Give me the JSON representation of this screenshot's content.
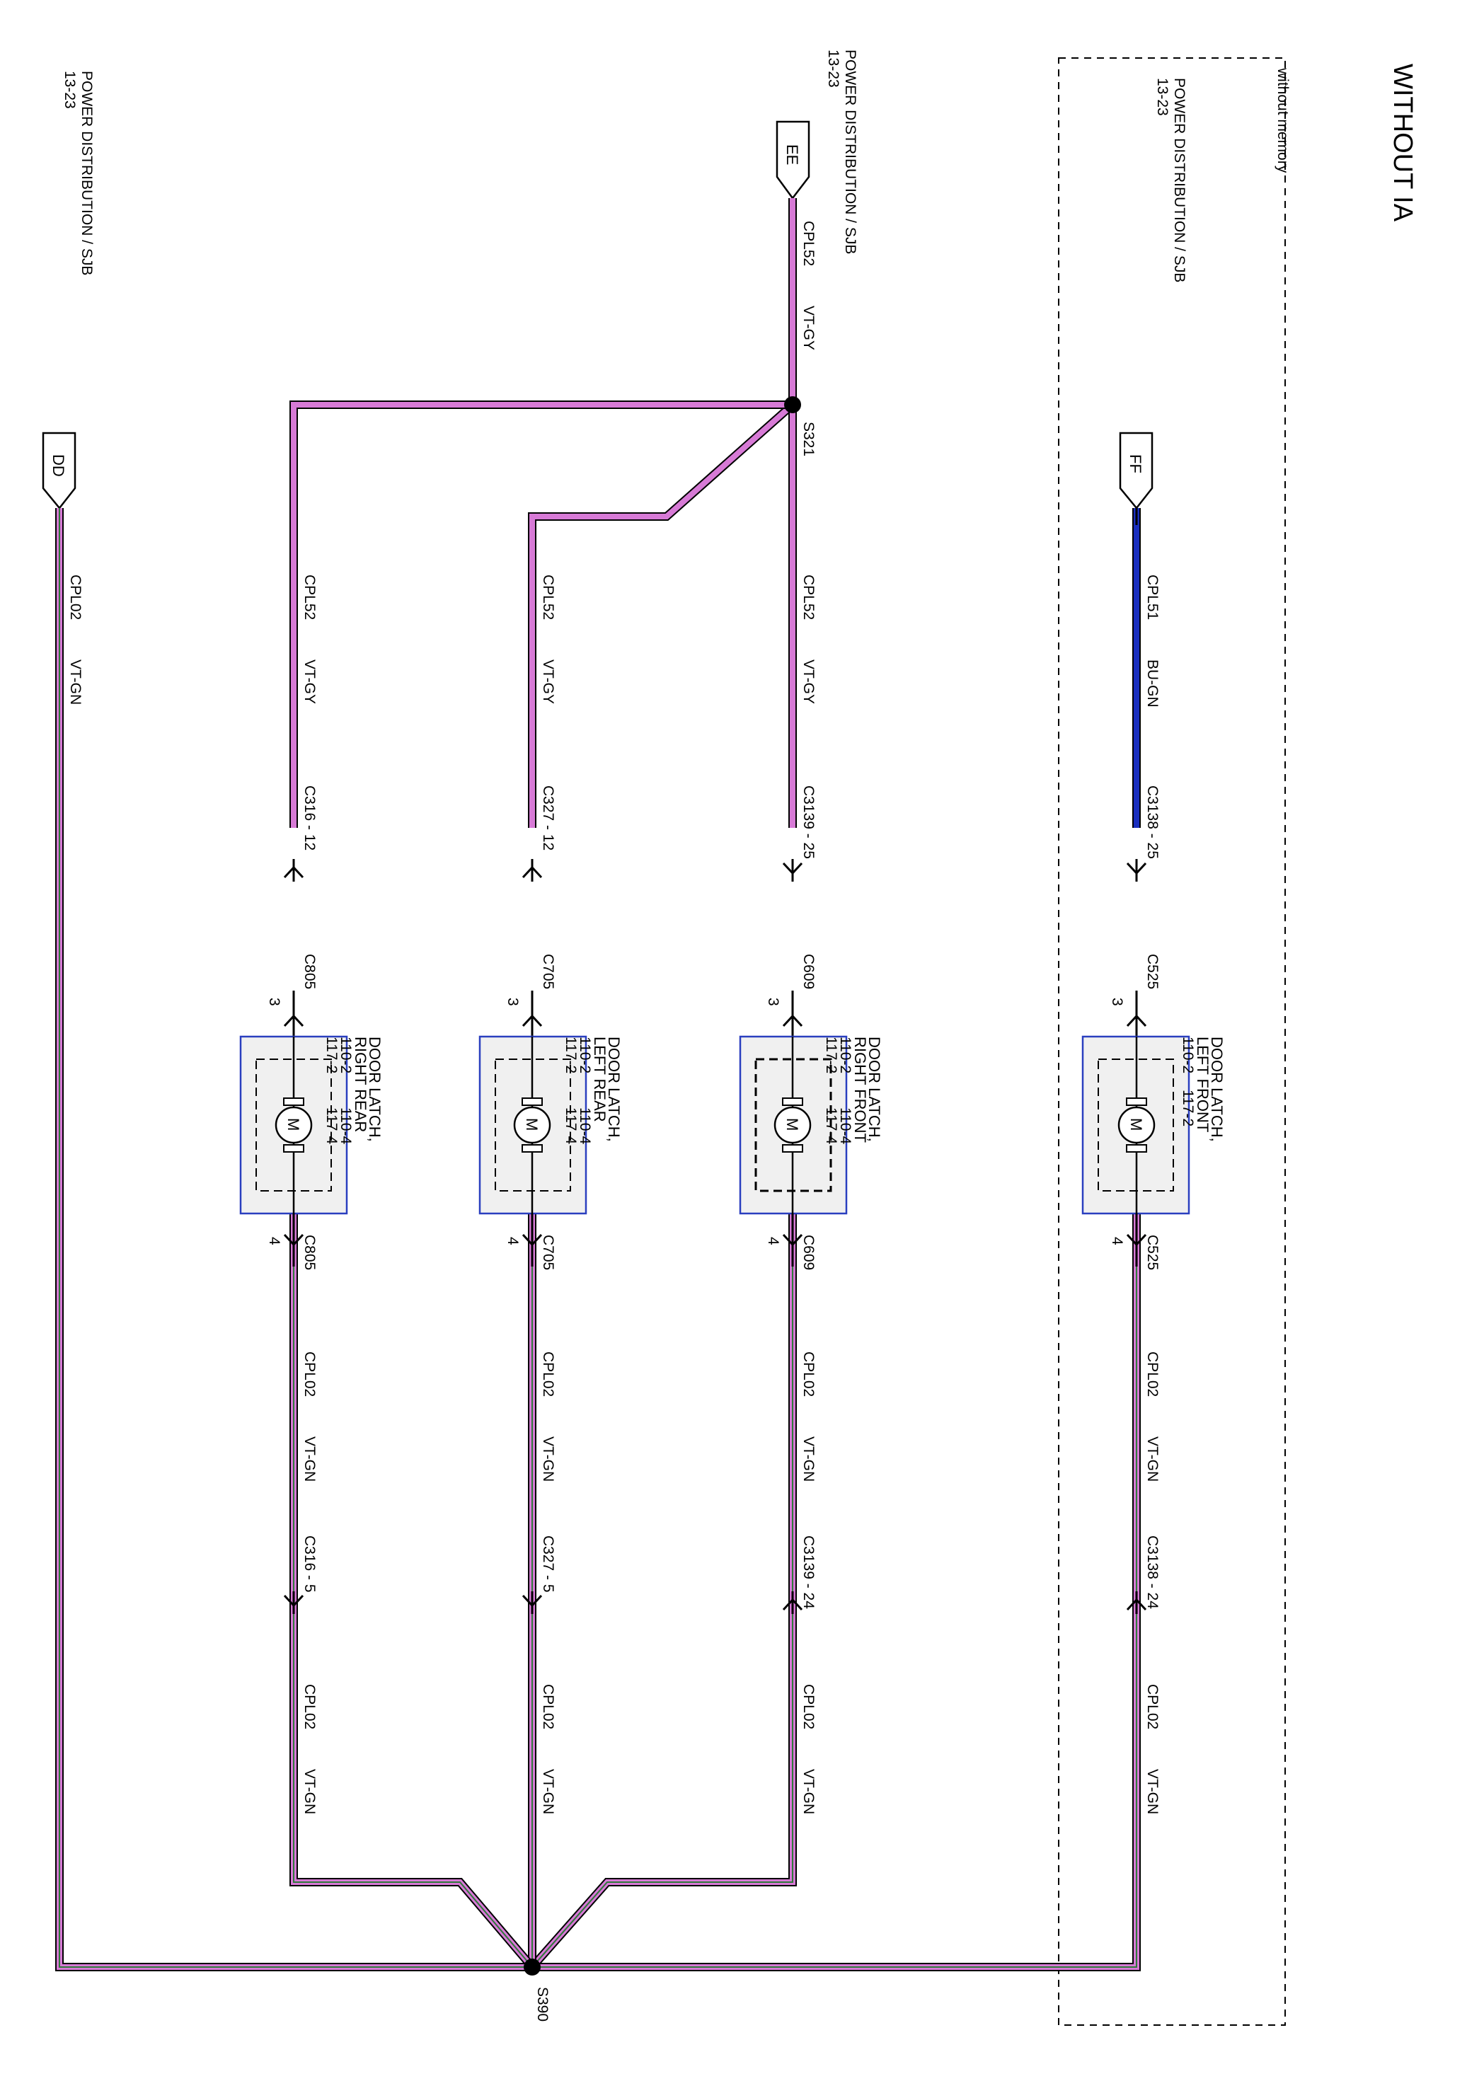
{
  "diagram": {
    "title": "WITHOUT IA",
    "without_memory_label": "without memory",
    "colors": {
      "vt_gy_fill": "#d77ad6",
      "vt_gn_fill": "#d77ad6",
      "vt_gn_stripe": "#2f7a3a",
      "bu_gn": "#1a2fbf",
      "component_border": "#2a3fbf",
      "component_fill": "#f0f0f0"
    },
    "power_sources": [
      {
        "id": "ee",
        "tag": "EE",
        "name": "POWER DISTRIBUTION / SJB",
        "page": "13-23"
      },
      {
        "id": "ff",
        "tag": "FF",
        "name": "POWER DISTRIBUTION / SJB",
        "page": "13-23"
      },
      {
        "id": "dd",
        "tag": "DD",
        "name": "POWER DISTRIBUTION / SJB",
        "page": "13-23"
      }
    ],
    "splices": {
      "top": "S321",
      "bottom": "S390"
    },
    "trunk_wire": {
      "circuit": "CPL52",
      "color": "VT-GY"
    },
    "dd_wire": {
      "circuit": "CPL02",
      "color": "VT-GN"
    },
    "branches": [
      {
        "id": "left-front",
        "in_wire": {
          "circuit": "CPL51",
          "color": "BU-GN"
        },
        "in_connector": "C3138 - 25",
        "component_connector": "C525",
        "pin_in": "3",
        "pin_out": "4",
        "component_name": "DOOR LATCH,",
        "component_side": "LEFT FRONT",
        "refs": [
          "110-2",
          "117-2"
        ],
        "motor": "M",
        "out_wire": {
          "circuit": "CPL02",
          "color": "VT-GN"
        },
        "out_connector": "C3138 - 24",
        "out_wire_2": {
          "circuit": "CPL02",
          "color": "VT-GN"
        }
      },
      {
        "id": "right-front",
        "in_wire": {
          "circuit": "CPL52",
          "color": "VT-GY"
        },
        "in_connector": "C3139 - 25",
        "component_connector": "C609",
        "pin_in": "3",
        "pin_out": "4",
        "component_name": "DOOR LATCH,",
        "component_side": "RIGHT FRONT",
        "refs": [
          "110-2",
          "110-4",
          "117-2",
          "117-4"
        ],
        "motor": "M",
        "out_wire": {
          "circuit": "CPL02",
          "color": "VT-GN"
        },
        "out_connector": "C3139 - 24",
        "out_wire_2": {
          "circuit": "CPL02",
          "color": "VT-GN"
        }
      },
      {
        "id": "left-rear",
        "in_wire": {
          "circuit": "CPL52",
          "color": "VT-GY"
        },
        "in_connector": "C327 - 12",
        "component_connector": "C705",
        "pin_in": "3",
        "pin_out": "4",
        "component_name": "DOOR LATCH,",
        "component_side": "LEFT REAR",
        "refs": [
          "110-2",
          "110-4",
          "117-2",
          "117-4"
        ],
        "motor": "M",
        "out_wire": {
          "circuit": "CPL02",
          "color": "VT-GN"
        },
        "out_connector": "C327 - 5",
        "out_wire_2": {
          "circuit": "CPL02",
          "color": "VT-GN"
        }
      },
      {
        "id": "right-rear",
        "in_wire": {
          "circuit": "CPL52",
          "color": "VT-GY"
        },
        "in_connector": "C316 - 12",
        "component_connector": "C805",
        "pin_in": "3",
        "pin_out": "4",
        "component_name": "DOOR LATCH,",
        "component_side": "RIGHT REAR",
        "refs": [
          "110-2",
          "110-4",
          "117-2",
          "117-4"
        ],
        "motor": "M",
        "out_wire": {
          "circuit": "CPL02",
          "color": "VT-GN"
        },
        "out_connector": "C316 - 5",
        "out_wire_2": {
          "circuit": "CPL02",
          "color": "VT-GN"
        }
      }
    ]
  }
}
